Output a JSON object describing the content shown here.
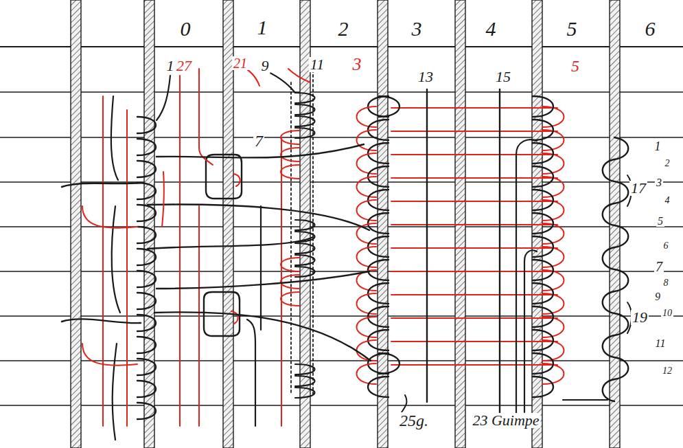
{
  "diagram": {
    "labels": [
      "0",
      "1",
      "2",
      "3",
      "4",
      "5",
      "6",
      "1",
      "27",
      "21",
      "9",
      "11",
      "3",
      "13",
      "15",
      "5",
      "7",
      "1",
      "2",
      "17",
      "3",
      "4",
      "5",
      "6",
      "7",
      "8",
      "9",
      "19",
      "10",
      "11",
      "12",
      "25g.",
      "23 Guimpe"
    ]
  }
}
